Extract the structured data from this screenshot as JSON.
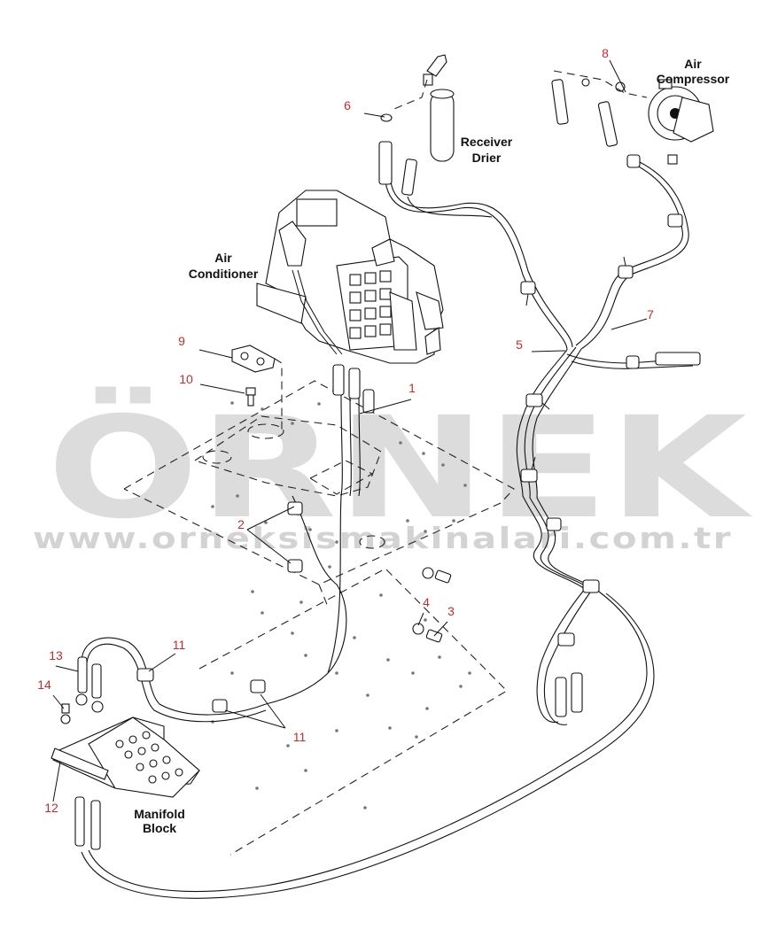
{
  "watermark": {
    "text": "ÖRNEK",
    "url": "www.orneksismakinalari.com.tr"
  },
  "labels": {
    "air_compressor_l1": "Air",
    "air_compressor_l2": "Compressor",
    "receiver_drier_l1": "Receiver",
    "receiver_drier_l2": "Drier",
    "air_conditioner_l1": "Air",
    "air_conditioner_l2": "Conditioner",
    "manifold_block_l1": "Manifold",
    "manifold_block_l2": "Block"
  },
  "callouts": {
    "c1": "1",
    "c2": "2",
    "c3": "3",
    "c4": "4",
    "c5": "5",
    "c6": "6",
    "c7": "7",
    "c8": "8",
    "c9": "9",
    "c10": "10",
    "c11a": "11",
    "c11b": "11",
    "c12": "12",
    "c13": "13",
    "c14": "14"
  },
  "colors": {
    "callout": "#cc2a2a",
    "linework": "#111111",
    "watermark_text": "#dcdcdc",
    "watermark_dots": "#f2d27a"
  }
}
